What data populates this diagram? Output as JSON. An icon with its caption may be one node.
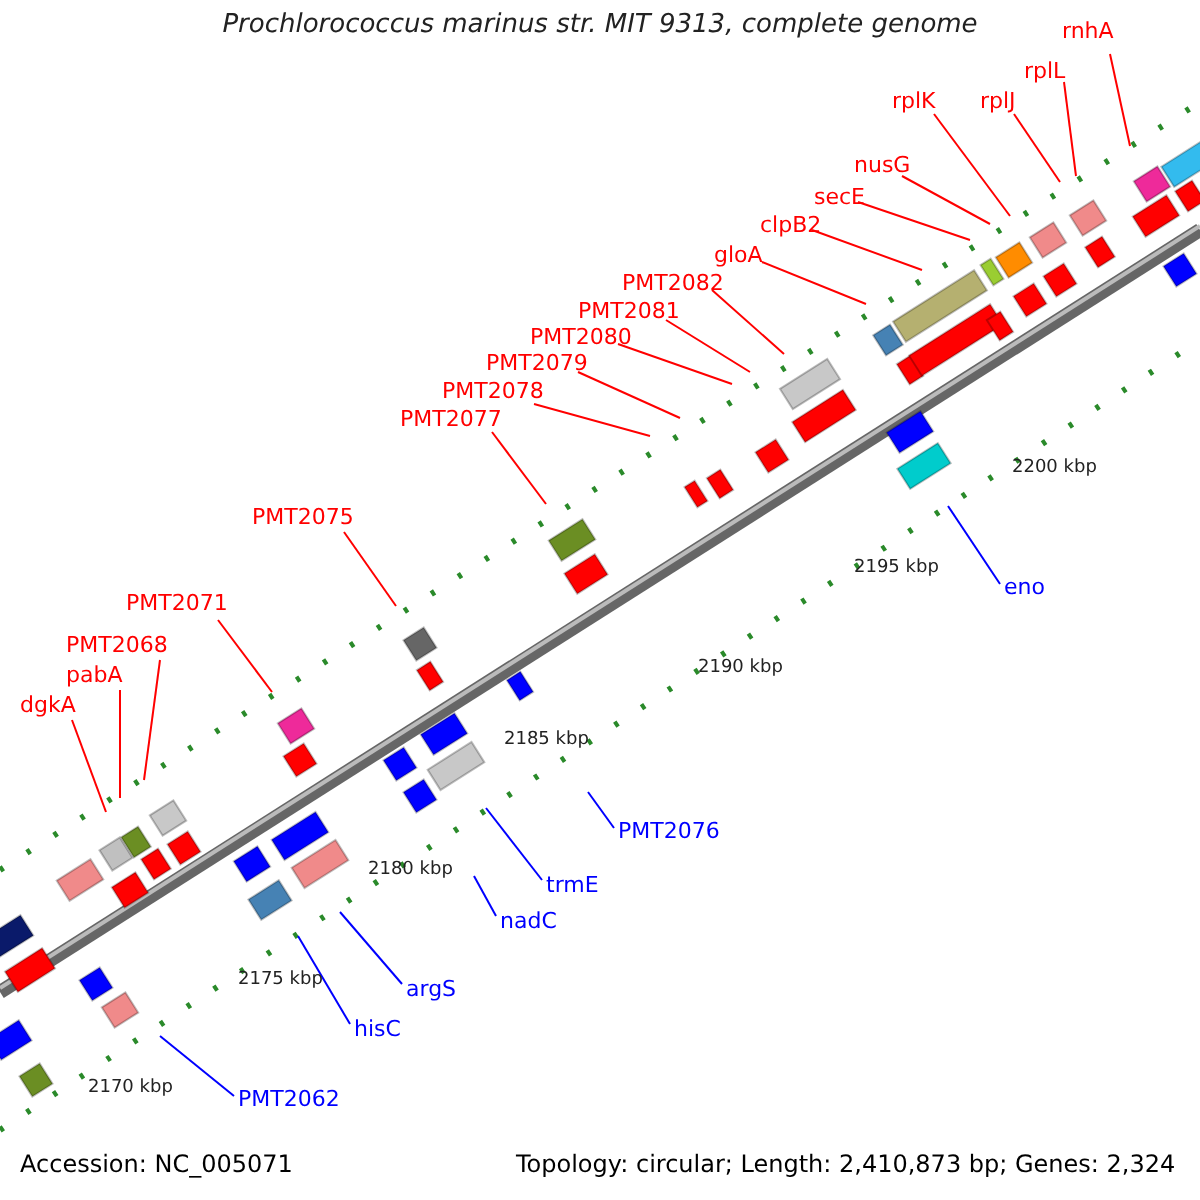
{
  "diagram": {
    "title": "Prochlorococcus marinus str. MIT 9313, complete genome",
    "nodes": [
      {
        "text": [
          "rnhA"
        ]
      },
      {
        "text": [
          "rplL"
        ]
      },
      {
        "text": [
          "rplJ"
        ]
      },
      {
        "text": [
          "rplK"
        ]
      },
      {
        "text": [
          "nusG"
        ]
      },
      {
        "text": [
          "secE"
        ]
      },
      {
        "text": [
          "clpB2"
        ]
      },
      {
        "text": [
          "gloA"
        ]
      },
      {
        "text": [
          "PMT2082"
        ]
      },
      {
        "text": [
          "PMT2081"
        ]
      },
      {
        "text": [
          "PMT2080"
        ]
      },
      {
        "text": [
          "PMT2079"
        ]
      },
      {
        "text": [
          "PMT2078"
        ]
      },
      {
        "text": [
          "PMT2077"
        ]
      },
      {
        "text": [
          "PMT2075"
        ]
      },
      {
        "text": [
          "PMT2071"
        ]
      },
      {
        "text": [
          "PMT2068"
        ]
      },
      {
        "text": [
          "pabA"
        ]
      },
      {
        "text": [
          "dgkA"
        ]
      },
      {
        "text": [
          "eno"
        ]
      },
      {
        "text": [
          "PMT2076"
        ]
      },
      {
        "text": [
          "trmE"
        ]
      },
      {
        "text": [
          "nadC"
        ]
      },
      {
        "text": [
          "argS"
        ]
      },
      {
        "text": [
          "hisC"
        ]
      },
      {
        "text": [
          "PMT2062"
        ]
      }
    ],
    "edges": [
      {
        "from": 0,
        "to": null,
        "arrow": "none"
      },
      {
        "from": 1,
        "to": null,
        "arrow": "none"
      },
      {
        "from": 2,
        "to": null,
        "arrow": "none"
      },
      {
        "from": 3,
        "to": null,
        "arrow": "none"
      },
      {
        "from": 4,
        "to": null,
        "arrow": "none"
      },
      {
        "from": 5,
        "to": null,
        "arrow": "none"
      },
      {
        "from": 6,
        "to": null,
        "arrow": "none"
      },
      {
        "from": 7,
        "to": null,
        "arrow": "none"
      },
      {
        "from": 8,
        "to": null,
        "arrow": "none"
      },
      {
        "from": 9,
        "to": null,
        "arrow": "none"
      },
      {
        "from": 10,
        "to": null,
        "arrow": "none"
      },
      {
        "from": 11,
        "to": null,
        "arrow": "none"
      },
      {
        "from": 12,
        "to": null,
        "arrow": "none"
      },
      {
        "from": 13,
        "to": null,
        "arrow": "none"
      },
      {
        "from": 14,
        "to": null,
        "arrow": "none"
      },
      {
        "from": 15,
        "to": null,
        "arrow": "none"
      },
      {
        "from": 16,
        "to": null,
        "arrow": "none"
      },
      {
        "from": 17,
        "to": null,
        "arrow": "none"
      },
      {
        "from": 18,
        "to": null,
        "arrow": "none"
      },
      {
        "from": 19,
        "to": null,
        "arrow": "none",
        "color": "#0000ff"
      },
      {
        "from": 20,
        "to": null,
        "arrow": "none",
        "color": "#0000ff"
      },
      {
        "from": 21,
        "to": null,
        "arrow": "none",
        "color": "#0000ff"
      },
      {
        "from": 22,
        "to": null,
        "arrow": "none",
        "color": "#0000ff"
      },
      {
        "from": 23,
        "to": null,
        "arrow": "none",
        "color": "#0000ff"
      },
      {
        "from": 24,
        "to": null,
        "arrow": "none",
        "color": "#0000ff"
      },
      {
        "from": 25,
        "to": null,
        "arrow": "none",
        "color": "#0000ff"
      }
    ],
    "labels": [
      "2170 kbp",
      "2175 kbp",
      "2180 kbp",
      "2185 kbp",
      "2190 kbp",
      "2195 kbp",
      "2200 kbp",
      "Accession: NC_005071",
      "Topology: circular; Length: 2,410,873 bp; Genes: 2,324"
    ]
  }
}
